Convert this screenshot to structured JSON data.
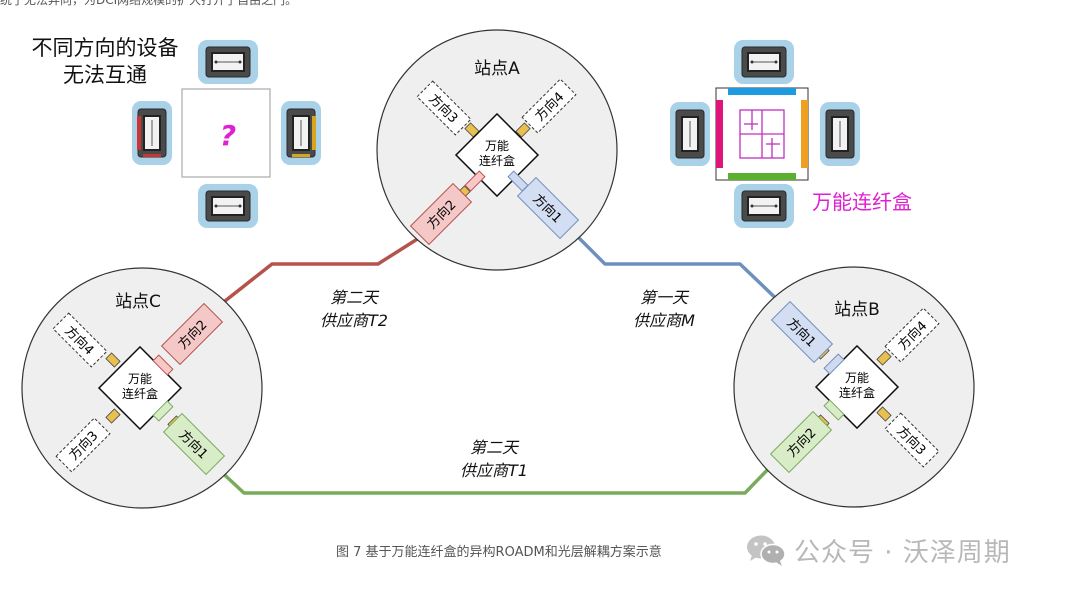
{
  "top_text": "统了无法弃向，为DCI网络规模的扩大打开了自由之门。",
  "legend": {
    "incompat_title_line1": "不同方向的设备",
    "incompat_title_line2": "无法互通",
    "question_mark": "?",
    "box_label": "万能连纤盒"
  },
  "sites": {
    "a": {
      "label": "站点A",
      "box_line1": "万能",
      "box_line2": "连纤盒",
      "dir1": "方向1",
      "dir2": "方向2",
      "dir3": "方向3",
      "dir4": "方向4"
    },
    "b": {
      "label": "站点B",
      "box_line1": "万能",
      "box_line2": "连纤盒",
      "dir1": "方向1",
      "dir2": "方向2",
      "dir3": "方向3",
      "dir4": "方向4"
    },
    "c": {
      "label": "站点C",
      "box_line1": "万能",
      "box_line2": "连纤盒",
      "dir1": "方向1",
      "dir2": "方向2",
      "dir3": "方向3",
      "dir4": "方向4"
    }
  },
  "links": {
    "ac": {
      "line1": "第二天",
      "line2": "供应商T2"
    },
    "ab": {
      "line1": "第一天",
      "line2": "供应商M"
    },
    "cb": {
      "line1": "第二天",
      "line2": "供应商T1"
    }
  },
  "caption": "图 7 基于万能连纤盒的异构ROADM和光层解耦方案示意",
  "watermark": {
    "text": "公众号 · 沃泽周期",
    "icon": "wechat-icon"
  },
  "colors": {
    "red_link": "#b5524b",
    "blue_link": "#6f8fbf",
    "green_link": "#78ab5c",
    "magenta": "#e020d0"
  }
}
